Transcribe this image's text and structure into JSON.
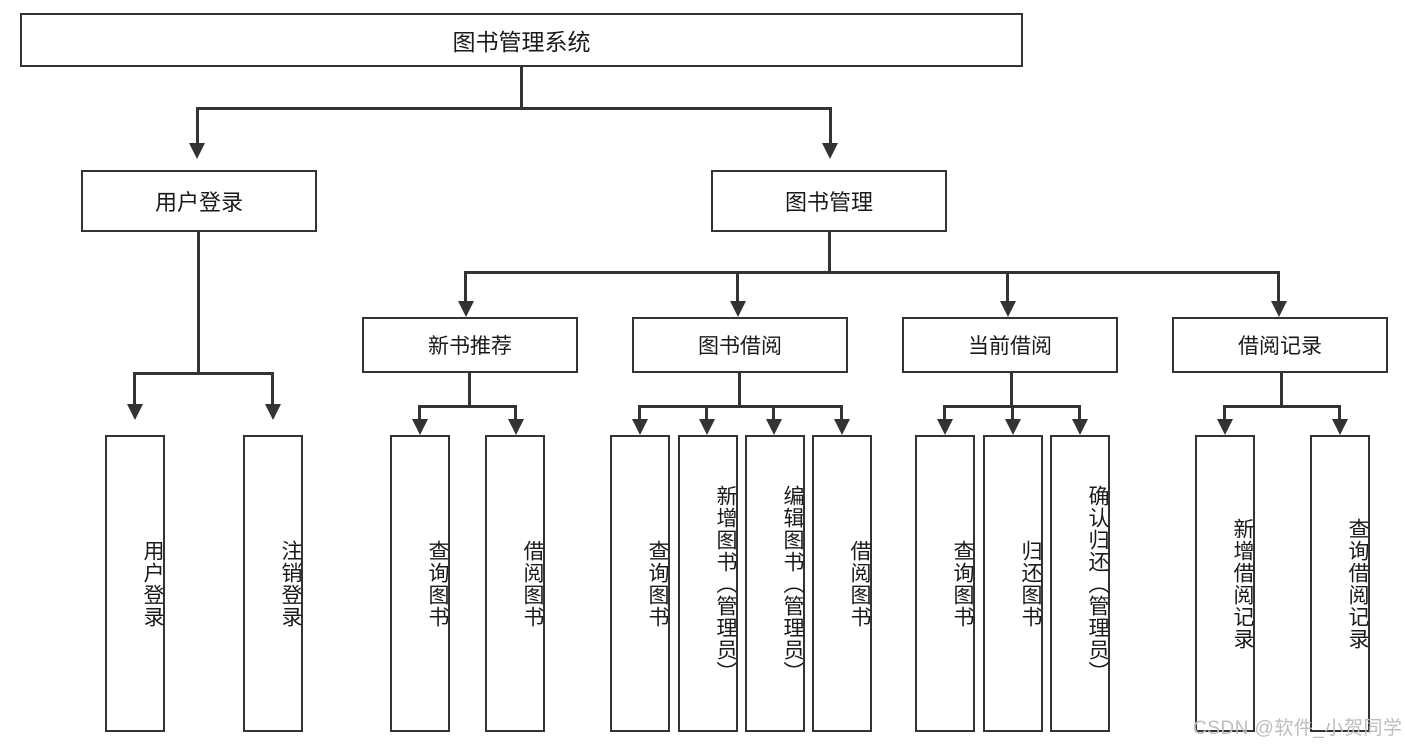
{
  "diagram": {
    "type": "tree-hierarchy-chart",
    "title": "图书管理系统",
    "root": {
      "label": "图书管理系统"
    },
    "level2": [
      {
        "label": "用户登录"
      },
      {
        "label": "图书管理"
      }
    ],
    "level3": [
      {
        "label": "新书推荐"
      },
      {
        "label": "图书借阅"
      },
      {
        "label": "当前借阅"
      },
      {
        "label": "借阅记录"
      }
    ],
    "leaves": {
      "user_login": [
        {
          "label": "用户登录"
        },
        {
          "label": "注销登录"
        }
      ],
      "new_book_recommend": [
        {
          "label": "查询图书"
        },
        {
          "label": "借阅图书"
        }
      ],
      "book_borrow": [
        {
          "label": "查询图书"
        },
        {
          "label": "新增图书（管理员）"
        },
        {
          "label": "编辑图书（管理员）"
        },
        {
          "label": "借阅图书"
        }
      ],
      "current_borrow": [
        {
          "label": "查询图书"
        },
        {
          "label": "归还图书"
        },
        {
          "label": "确认归还（管理员）"
        }
      ],
      "borrow_records": [
        {
          "label": "新增借阅记录"
        },
        {
          "label": "查询借阅记录"
        }
      ]
    }
  },
  "watermark": {
    "text": "CSDN @软件_小贺同学"
  },
  "colors": {
    "stroke": "#333333",
    "background": "#ffffff",
    "text": "#1a1a1a",
    "watermark": "#bdbdbd"
  }
}
